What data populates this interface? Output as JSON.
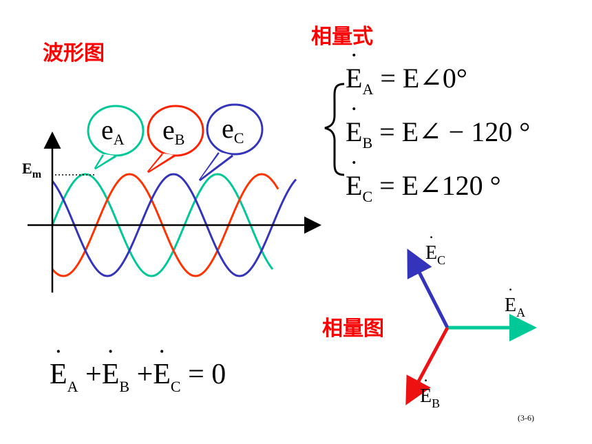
{
  "labels": {
    "waveform": "波形图",
    "phasor_form": "相量式",
    "phasor_diagram": "相量图",
    "page_number": "(3-6)"
  },
  "colors": {
    "phase_a": "#00c896",
    "phase_b": "#ff2200",
    "phase_c": "#3333bb",
    "label_red": "#ff0000",
    "axis": "#000000"
  },
  "waveform": {
    "em_label": "E",
    "em_sub": "m",
    "bubbles": [
      {
        "letter": "e",
        "sub": "A",
        "color_key": "phase_a"
      },
      {
        "letter": "e",
        "sub": "B",
        "color_key": "phase_b"
      },
      {
        "letter": "e",
        "sub": "C",
        "color_key": "phase_c"
      }
    ]
  },
  "phasor_equations": [
    {
      "symbol": "E",
      "sub": "A",
      "rhs": " = E∠0°"
    },
    {
      "symbol": "E",
      "sub": "B",
      "rhs": " = E∠ − 120 °"
    },
    {
      "symbol": "E",
      "sub": "C",
      "rhs": " = E∠120 °"
    }
  ],
  "sum_equation": {
    "terms": [
      {
        "symbol": "E",
        "sub": "A"
      },
      {
        "symbol": "E",
        "sub": "B"
      },
      {
        "symbol": "E",
        "sub": "C"
      }
    ],
    "plus": "+",
    "rhs": "= 0"
  },
  "phasors": [
    {
      "symbol": "E",
      "sub": "A",
      "angle_deg": 0,
      "color_key": "phase_a"
    },
    {
      "symbol": "E",
      "sub": "B",
      "angle_deg": -120,
      "color_key": "phase_b"
    },
    {
      "symbol": "E",
      "sub": "C",
      "angle_deg": 120,
      "color_key": "phase_c"
    }
  ]
}
